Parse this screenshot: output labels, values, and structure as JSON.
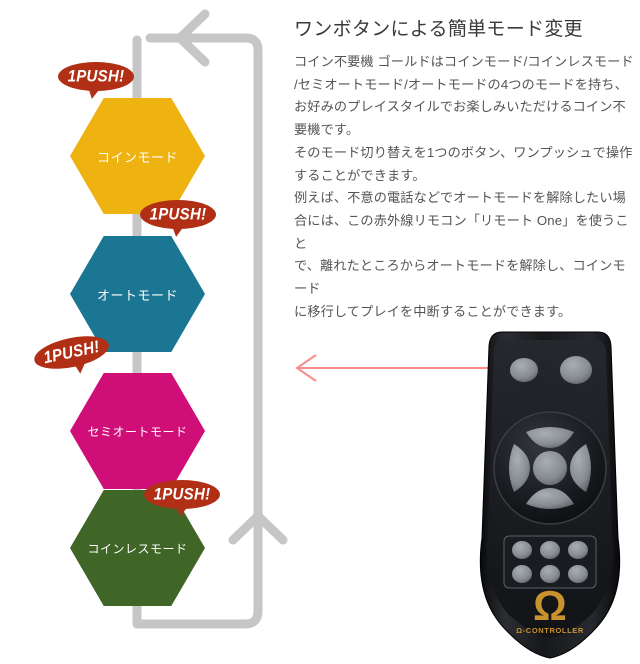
{
  "article": {
    "headline": "ワンボタンによる簡単モード変更",
    "body_lines": [
      "コイン不要機 ゴールドはコインモード/コインレスモード",
      "/セミオートモード/オートモードの4つのモードを持ち、",
      "お好みのプレイスタイルでお楽しみいただけるコイン不",
      "要機です。",
      "そのモード切り替えを1つのボタン、ワンプッシュで操作",
      "することができます。",
      "例えば、不意の電話などでオートモードを解除したい場",
      "合には、この赤外線リモコン「リモート One」を使うこと",
      "で、離れたところからオートモードを解除し、コインモード",
      "に移行してプレイを中断することができます。"
    ]
  },
  "diagram": {
    "push_badge_label": "1PUSH!",
    "badge_color": "#b02f15",
    "badge_text_color": "#ffffff",
    "loop_color": "#c6c6c6",
    "modes": [
      {
        "label": "コインモード",
        "color": "#eeb211"
      },
      {
        "label": "オートモード",
        "color": "#1b7693"
      },
      {
        "label": "セミオートモード",
        "color": "#cf0e77"
      },
      {
        "label": "コインレスモード",
        "color": "#3f6627"
      }
    ]
  },
  "annotation": {
    "arrow_color": "#f98b8b",
    "circle_color": "#e00000"
  },
  "remote": {
    "brand_mark": "Ω",
    "brand_text": "Ω-CONTROLLER",
    "brand_color": "#c8922f",
    "body_color": "#15171a",
    "button_color": "#8c9196",
    "top_buttons": 2,
    "keypad_buttons": 6,
    "dpad_directions": 4
  }
}
